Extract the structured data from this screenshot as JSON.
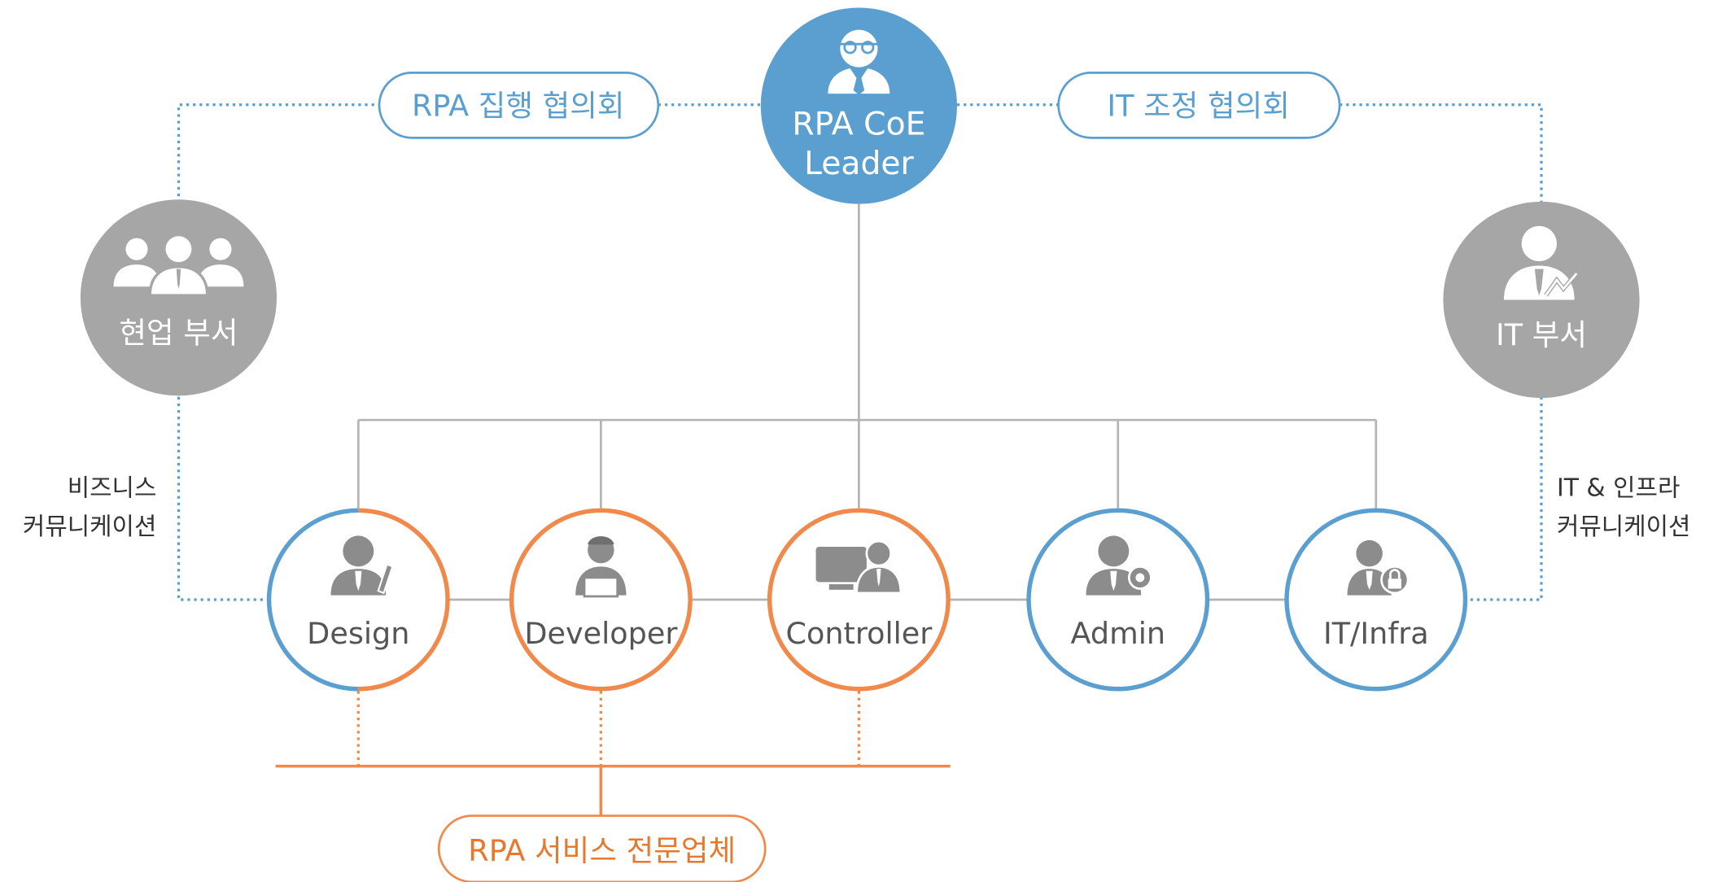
{
  "leader": {
    "line1": "RPA CoE",
    "line2": "Leader"
  },
  "councils": {
    "left": "RPA 집행 협의회",
    "right": "IT 조정 협의회"
  },
  "departments": {
    "business": "현업 부서",
    "it": "IT 부서"
  },
  "communications": {
    "left": {
      "line1": "비즈니스",
      "line2": "커뮤니케이션"
    },
    "right": {
      "line1": "IT & 인프라",
      "line2": "커뮤니케이션"
    }
  },
  "roles": [
    {
      "label": "Design",
      "icon": "designer-icon"
    },
    {
      "label": "Developer",
      "icon": "developer-icon"
    },
    {
      "label": "Controller",
      "icon": "controller-icon"
    },
    {
      "label": "Admin",
      "icon": "admin-icon"
    },
    {
      "label": "IT/Infra",
      "icon": "it-infra-icon"
    }
  ],
  "vendor": "RPA 서비스 전문업체",
  "colors": {
    "blue": "#5b9fd1",
    "orange": "#f0894a",
    "vendor_text": "#e8782e",
    "gray_circle": "#a6a6a6",
    "icon_gray": "#8c8c8c",
    "line_gray": "#b4b4b4"
  }
}
